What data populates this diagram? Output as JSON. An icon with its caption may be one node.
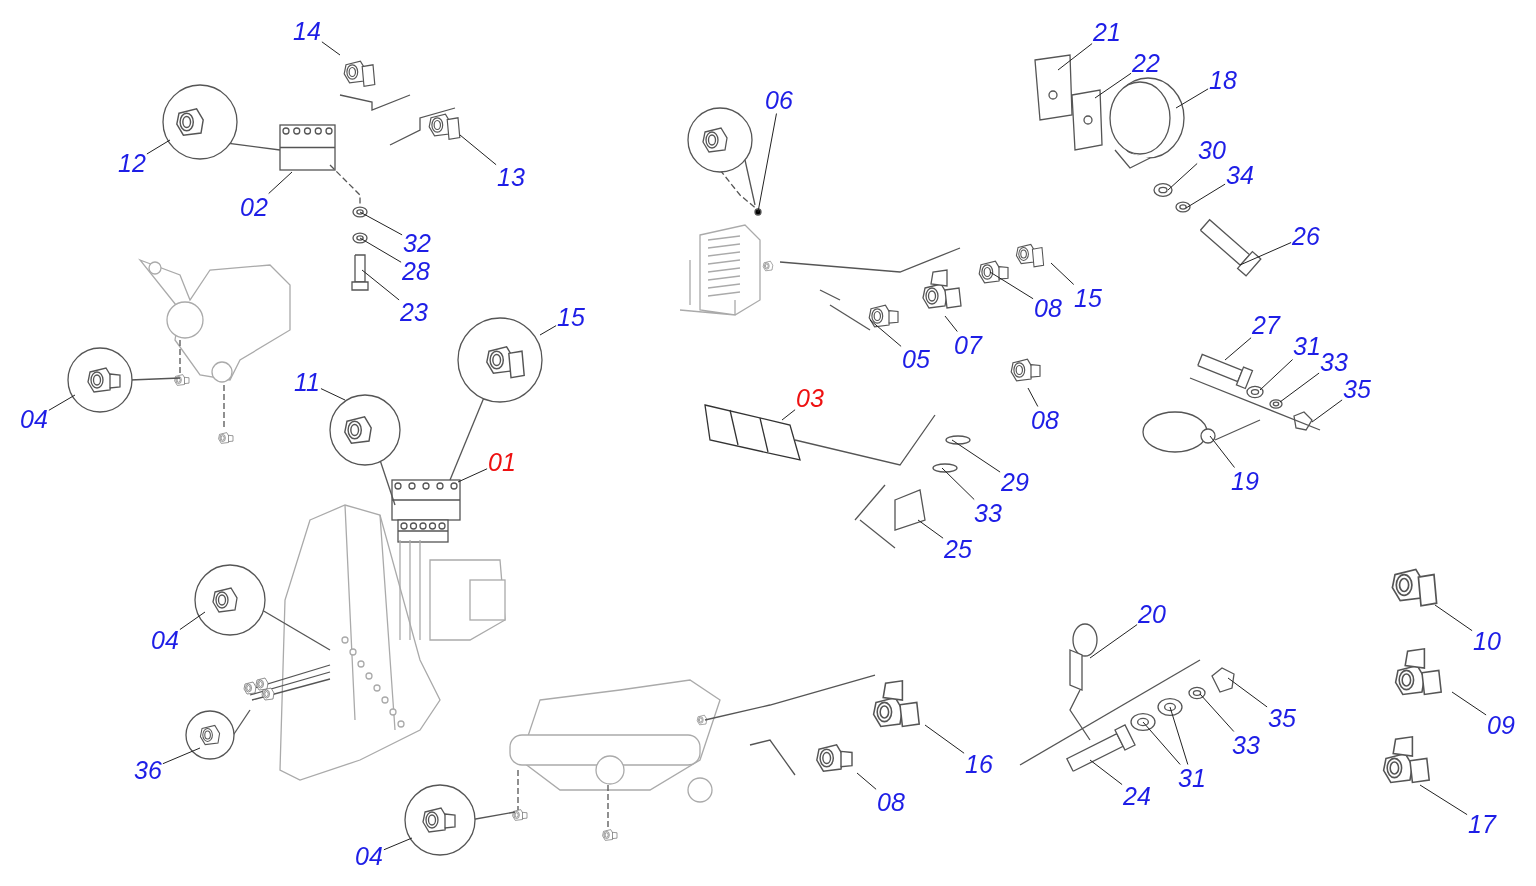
{
  "diagram": {
    "nodes": [
      {
        "text": [
          "14"
        ]
      },
      {
        "text": [
          "12"
        ]
      },
      {
        "text": [
          "02"
        ]
      },
      {
        "text": [
          "13"
        ]
      },
      {
        "text": [
          "32"
        ]
      },
      {
        "text": [
          "28"
        ]
      },
      {
        "text": [
          "23"
        ]
      },
      {
        "text": [
          "04"
        ]
      },
      {
        "text": [
          "11"
        ]
      },
      {
        "text": [
          "15"
        ]
      },
      {
        "text": [
          "01"
        ]
      },
      {
        "text": [
          "04"
        ]
      },
      {
        "text": [
          "36"
        ]
      },
      {
        "text": [
          "04"
        ]
      },
      {
        "text": [
          "06"
        ]
      },
      {
        "text": [
          "05"
        ]
      },
      {
        "text": [
          "07"
        ]
      },
      {
        "text": [
          "08"
        ]
      },
      {
        "text": [
          "15"
        ]
      },
      {
        "text": [
          "08"
        ]
      },
      {
        "text": [
          "03"
        ]
      },
      {
        "text": [
          "29"
        ]
      },
      {
        "text": [
          "33"
        ]
      },
      {
        "text": [
          "25"
        ]
      },
      {
        "text": [
          "21"
        ]
      },
      {
        "text": [
          "22"
        ]
      },
      {
        "text": [
          "18"
        ]
      },
      {
        "text": [
          "30"
        ]
      },
      {
        "text": [
          "34"
        ]
      },
      {
        "text": [
          "26"
        ]
      },
      {
        "text": [
          "27"
        ]
      },
      {
        "text": [
          "31"
        ]
      },
      {
        "text": [
          "33"
        ]
      },
      {
        "text": [
          "35"
        ]
      },
      {
        "text": [
          "19"
        ]
      },
      {
        "text": [
          "20"
        ]
      },
      {
        "text": [
          "35"
        ]
      },
      {
        "text": [
          "33"
        ]
      },
      {
        "text": [
          "31"
        ]
      },
      {
        "text": [
          "24"
        ]
      },
      {
        "text": [
          "10"
        ]
      },
      {
        "text": [
          "09"
        ]
      },
      {
        "text": [
          "17"
        ]
      },
      {
        "text": [
          "16"
        ]
      },
      {
        "text": [
          "08"
        ]
      }
    ],
    "edges": [
      {
        "from": 0,
        "to": null,
        "arrow": "none"
      },
      {
        "from": 1,
        "to": null,
        "arrow": "none"
      },
      {
        "from": 2,
        "to": null,
        "arrow": "none"
      },
      {
        "from": 3,
        "to": null,
        "arrow": "none"
      },
      {
        "from": 4,
        "to": null,
        "arrow": "none"
      },
      {
        "from": 5,
        "to": null,
        "arrow": "none"
      },
      {
        "from": 6,
        "to": null,
        "arrow": "none"
      },
      {
        "from": 7,
        "to": null,
        "arrow": "none"
      },
      {
        "from": 8,
        "to": null,
        "arrow": "none"
      },
      {
        "from": 9,
        "to": null,
        "arrow": "none"
      },
      {
        "from": 10,
        "to": null,
        "arrow": "none"
      },
      {
        "from": 11,
        "to": null,
        "arrow": "none"
      },
      {
        "from": 12,
        "to": null,
        "arrow": "none"
      },
      {
        "from": 13,
        "to": null,
        "arrow": "none"
      },
      {
        "from": 14,
        "to": null,
        "arrow": "none"
      },
      {
        "from": 15,
        "to": null,
        "arrow": "none"
      },
      {
        "from": 16,
        "to": null,
        "arrow": "none"
      },
      {
        "from": 17,
        "to": null,
        "arrow": "none"
      },
      {
        "from": 18,
        "to": null,
        "arrow": "none"
      },
      {
        "from": 19,
        "to": null,
        "arrow": "none"
      },
      {
        "from": 20,
        "to": null,
        "arrow": "none"
      },
      {
        "from": 21,
        "to": null,
        "arrow": "none"
      },
      {
        "from": 22,
        "to": null,
        "arrow": "none"
      },
      {
        "from": 23,
        "to": null,
        "arrow": "none"
      },
      {
        "from": 24,
        "to": null,
        "arrow": "none"
      },
      {
        "from": 25,
        "to": null,
        "arrow": "none"
      },
      {
        "from": 26,
        "to": null,
        "arrow": "none"
      },
      {
        "from": 27,
        "to": null,
        "arrow": "none"
      },
      {
        "from": 28,
        "to": null,
        "arrow": "none"
      },
      {
        "from": 29,
        "to": null,
        "arrow": "none"
      },
      {
        "from": 30,
        "to": null,
        "arrow": "none"
      },
      {
        "from": 31,
        "to": null,
        "arrow": "none"
      },
      {
        "from": 32,
        "to": null,
        "arrow": "none"
      },
      {
        "from": 33,
        "to": null,
        "arrow": "none"
      },
      {
        "from": 34,
        "to": null,
        "arrow": "none"
      },
      {
        "from": 35,
        "to": null,
        "arrow": "none"
      },
      {
        "from": 36,
        "to": null,
        "arrow": "none"
      },
      {
        "from": 37,
        "to": null,
        "arrow": "none"
      },
      {
        "from": 38,
        "to": null,
        "arrow": "none"
      },
      {
        "from": 38,
        "to": null,
        "arrow": "none"
      },
      {
        "from": 39,
        "to": null,
        "arrow": "none"
      },
      {
        "from": 40,
        "to": null,
        "arrow": "none"
      },
      {
        "from": 41,
        "to": null,
        "arrow": "none"
      },
      {
        "from": 42,
        "to": null,
        "arrow": "none"
      },
      {
        "from": 43,
        "to": null,
        "arrow": "none"
      },
      {
        "from": 44,
        "to": null,
        "arrow": "none"
      }
    ]
  }
}
